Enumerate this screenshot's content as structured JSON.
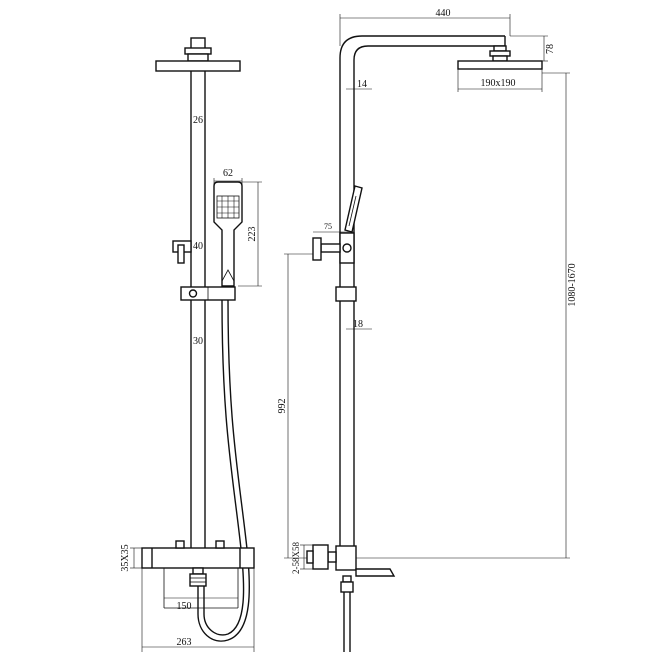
{
  "dimensions": {
    "pipe_upper": "26",
    "hand_width": "62",
    "hand_height": "223",
    "bracket": "40",
    "pipe_lower": "30",
    "body_height": "35X35",
    "spacing": "150",
    "body_width": "263",
    "reach": "440",
    "head_height": "78",
    "head_size": "190x190",
    "arm": "14",
    "wall_offset": "75",
    "slide_pipe": "18",
    "range": "1080-1670",
    "mixer_height": "992",
    "connection": "2-58X58"
  }
}
